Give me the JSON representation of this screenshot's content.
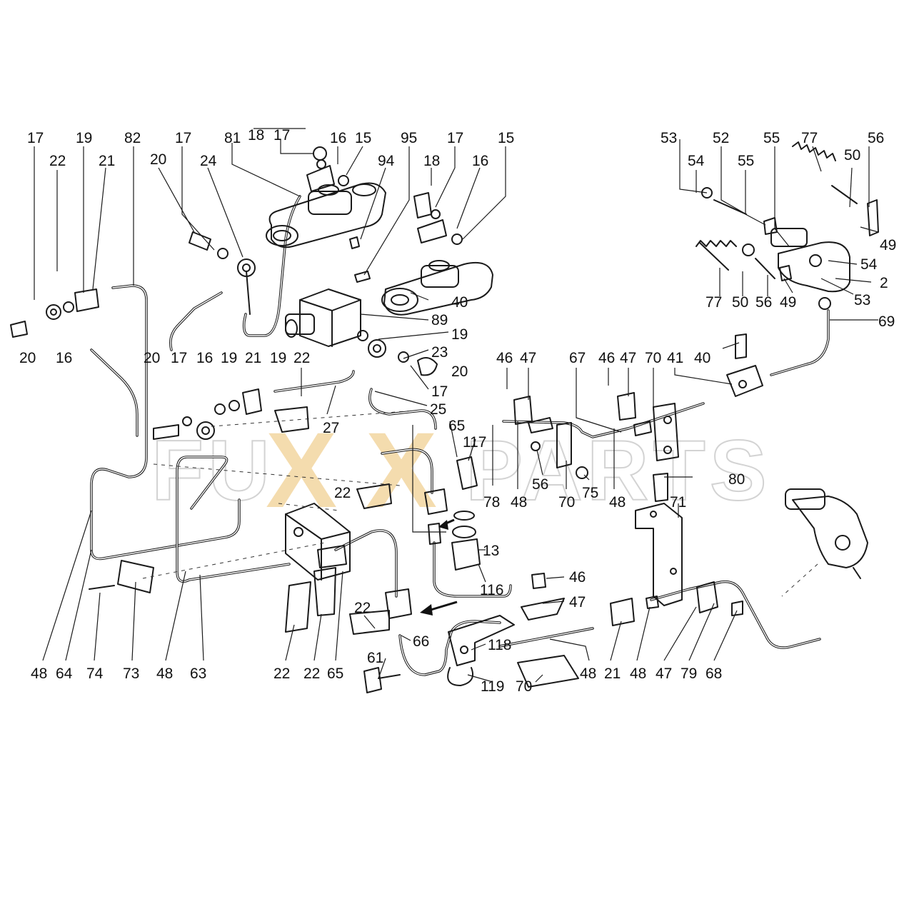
{
  "watermark": {
    "prefix": "FU",
    "x1": "X",
    "x2": "X",
    "suffix": "PARTS"
  },
  "labels": [
    "17",
    "22",
    "19",
    "21",
    "82",
    "17",
    "20",
    "24",
    "81",
    "18",
    "17",
    "16",
    "15",
    "95",
    "94",
    "17",
    "18",
    "16",
    "15",
    "20",
    "16",
    "20",
    "17",
    "16",
    "19",
    "21",
    "19",
    "22",
    "89",
    "19",
    "23",
    "20",
    "17",
    "27",
    "25",
    "40",
    "53",
    "54",
    "52",
    "55",
    "55",
    "77",
    "50",
    "56",
    "49",
    "54",
    "2",
    "53",
    "77",
    "50",
    "56",
    "49",
    "69",
    "40",
    "41",
    "46",
    "47",
    "67",
    "46",
    "47",
    "70",
    "41",
    "65",
    "117",
    "78",
    "48",
    "56",
    "70",
    "75",
    "48",
    "80",
    "71",
    "22",
    "13",
    "116",
    "46",
    "47",
    "22",
    "66",
    "61",
    "118",
    "119",
    "70",
    "48",
    "64",
    "74",
    "73",
    "48",
    "63",
    "22",
    "22",
    "65",
    "48",
    "21",
    "48",
    "47",
    "79",
    "68"
  ]
}
